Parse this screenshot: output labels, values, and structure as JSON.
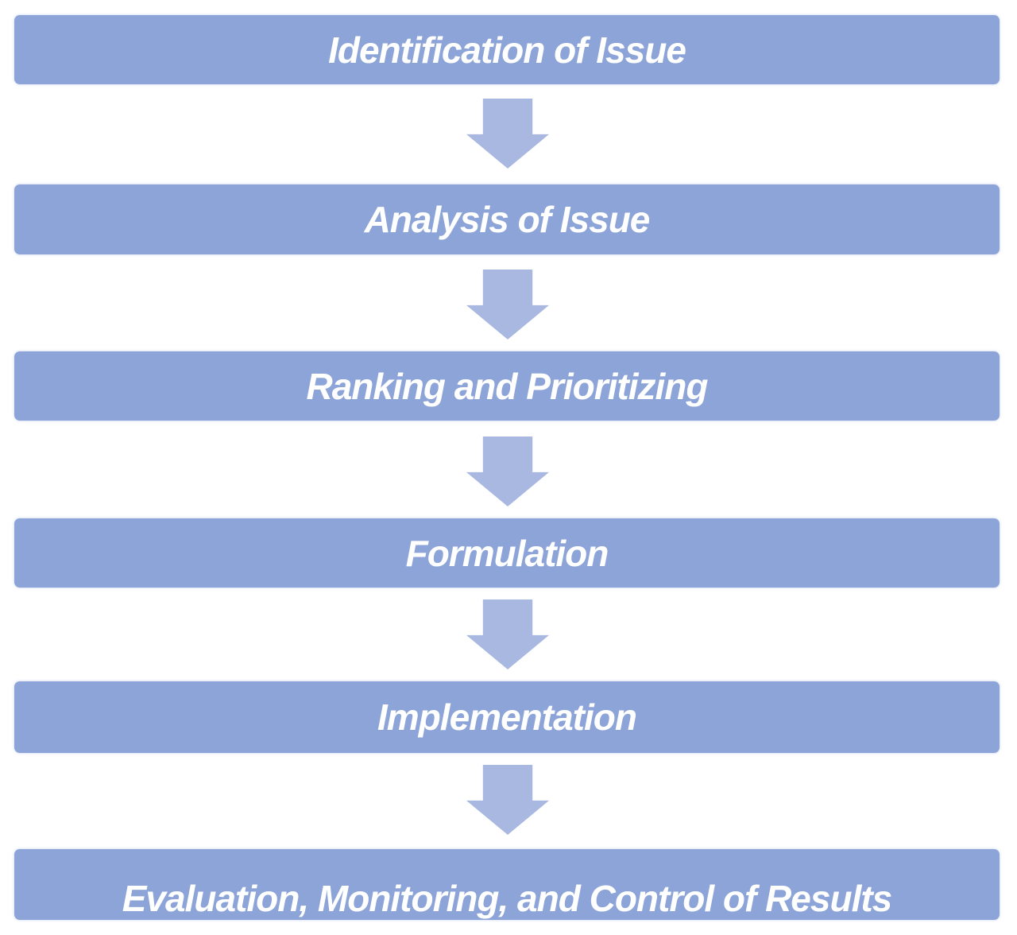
{
  "diagram": {
    "type": "process-flowchart",
    "direction": "top-to-bottom",
    "steps": [
      {
        "label": "Identification of Issue"
      },
      {
        "label": "Analysis of Issue"
      },
      {
        "label": "Ranking and Prioritizing"
      },
      {
        "label": "Formulation"
      },
      {
        "label": "Implementation"
      },
      {
        "label": "Evaluation, Monitoring, and Control of Results"
      }
    ],
    "connector": {
      "icon": "arrow-down-icon",
      "count": 5
    },
    "colors": {
      "bar_fill": "#8ca4d8",
      "arrow_fill": "#a9b8e0",
      "text": "#ffffff",
      "background": "#ffffff"
    }
  }
}
